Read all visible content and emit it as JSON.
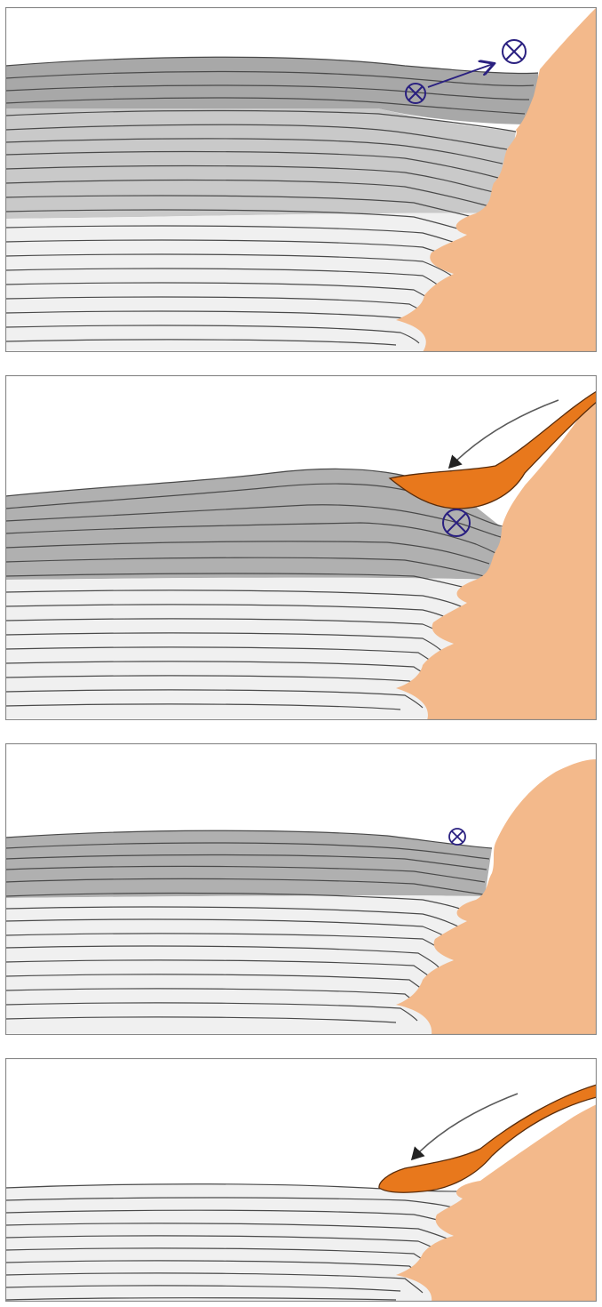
{
  "colors": {
    "background": "#ffffff",
    "frame": "#888888",
    "tissue": "#f3b98b",
    "flap": "#e8781c",
    "flap_stroke": "#5a2c0a",
    "layer_dark": "#a8a8a8",
    "layer_mid": "#c9c9c9",
    "layer_light": "#f0f0f0",
    "layer_line": "#4a4a4a",
    "marker": "#2a2080"
  },
  "panels": [
    {
      "id": "panel-1",
      "markers": [
        "circle-x-icon",
        "circle-x-icon"
      ],
      "arrow": "straight-arrow",
      "flap": false
    },
    {
      "id": "panel-2",
      "markers": [
        "circle-x-icon"
      ],
      "arrow": "curved-arrow",
      "flap": true
    },
    {
      "id": "panel-3",
      "markers": [
        "circle-x-icon"
      ],
      "arrow": "none",
      "flap": false
    },
    {
      "id": "panel-4",
      "markers": [],
      "arrow": "curved-arrow",
      "flap": true
    }
  ]
}
